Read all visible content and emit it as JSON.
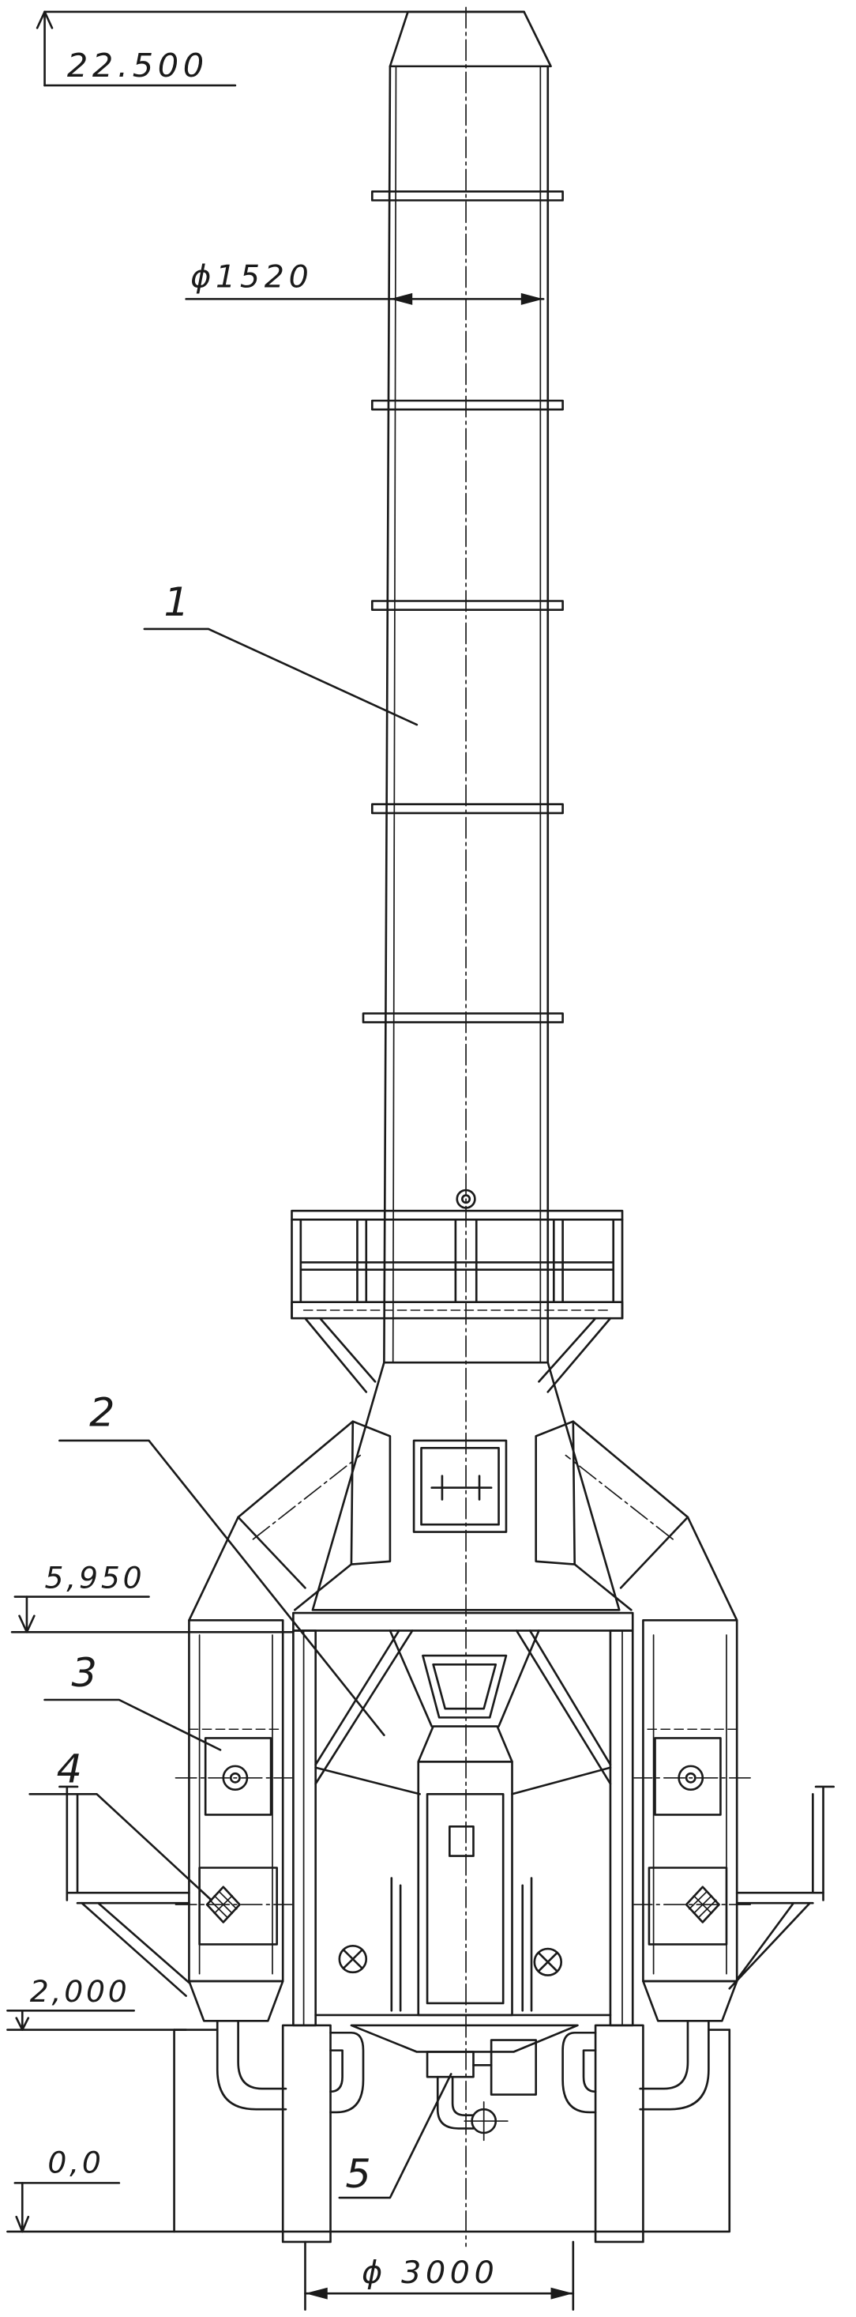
{
  "drawing": {
    "elevation_marks": {
      "top": "22.500",
      "platform": "5,950",
      "grade": "2,000",
      "zero": "0,0"
    },
    "dimensions": {
      "stack_diameter": "ϕ1520",
      "base_diameter": "ϕ 3000"
    },
    "callouts": [
      "1",
      "2",
      "3",
      "4",
      "5"
    ]
  },
  "colors": {
    "ink": "#1a1a1a",
    "paper": "#ffffff"
  }
}
